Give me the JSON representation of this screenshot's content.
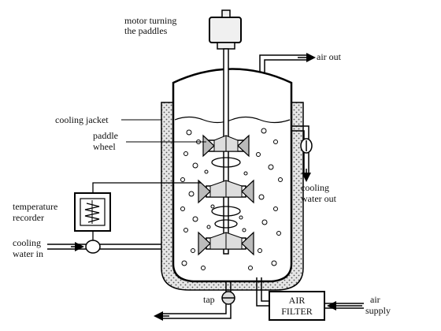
{
  "labels": {
    "motor": [
      "motor turning",
      "the paddles"
    ],
    "air_out": "air out",
    "cooling_jacket": "cooling jacket",
    "paddle_wheel": [
      "paddle",
      "wheel"
    ],
    "cooling_water_out": [
      "cooling",
      "water out"
    ],
    "temperature_recorder": [
      "temperature",
      "recorder"
    ],
    "cooling_water_in": [
      "cooling",
      "water in"
    ],
    "tap": "tap",
    "air_filter": [
      "AIR",
      "FILTER"
    ],
    "air_supply": [
      "air",
      "supply"
    ]
  }
}
